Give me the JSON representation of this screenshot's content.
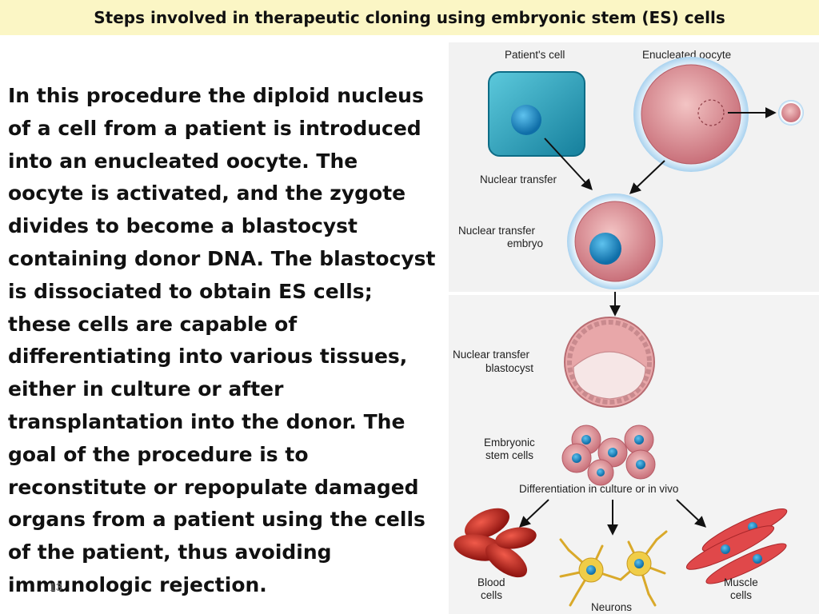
{
  "slide": {
    "title": "Steps involved in therapeutic cloning using embryonic stem (ES) cells",
    "body": "In this procedure the diploid nucleus of a cell from a patient is introduced into an enucleated oocyte. The oocyte is activated, and the zygote divides to become a blastocyst containing donor DNA. The blastocyst is dissociated to obtain ES cells; these cells are capable of differentiating into various tissues, either in culture or after transplantation into the donor. The goal of the procedure is to reconstitute or repopulate damaged organs from a patient using the cells of the patient, thus avoiding immunologic rejection.",
    "page_number": "13"
  },
  "figure": {
    "labels": {
      "patients_cell": "Patient's cell",
      "enucleated_oocyte": "Enucleated oocyte",
      "nuclear_transfer": "Nuclear transfer",
      "nt_embryo_1": "Nuclear transfer",
      "nt_embryo_2": "embryo",
      "nt_blastocyst_1": "Nuclear transfer",
      "nt_blastocyst_2": "blastocyst",
      "es_cells_1": "Embryonic",
      "es_cells_2": "stem cells",
      "differentiation": "Differentiation in culture or in vivo",
      "blood_1": "Blood",
      "blood_2": "cells",
      "neurons": "Neurons",
      "muscle_1": "Muscle",
      "muscle_2": "cells"
    },
    "colors": {
      "patient_cell": "#1e9bb8",
      "nucleus": "#1a88c4",
      "oocyte": "#d9878f",
      "zona": "#cfe6f7",
      "blood": "#c8241c",
      "neuron": "#e8c23a",
      "muscle": "#e0484a"
    }
  }
}
